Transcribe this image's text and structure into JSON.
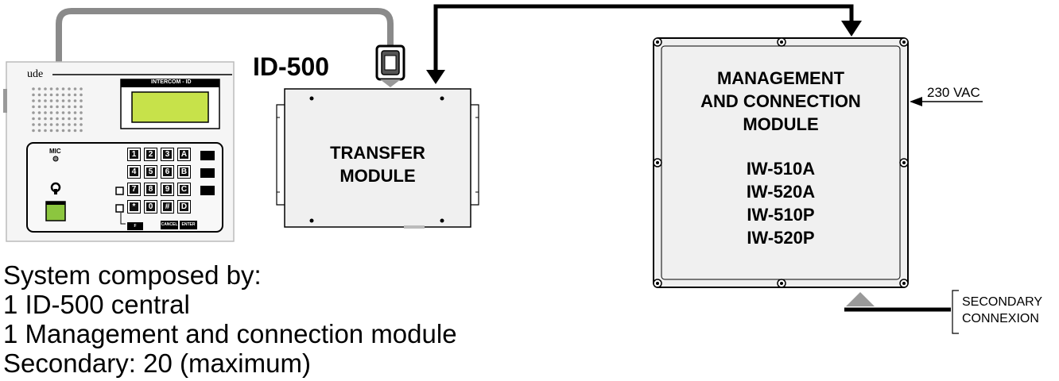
{
  "device": {
    "title": "ID-500",
    "brand": "ude",
    "screen_label": "INTERCOM - ID",
    "mic_label": "MIC",
    "keypad_rows": [
      [
        "1",
        "2",
        "3",
        "A"
      ],
      [
        "4",
        "5",
        "6",
        "B"
      ],
      [
        "7",
        "8",
        "9",
        "C"
      ],
      [
        "*",
        "0",
        "#",
        "D"
      ]
    ],
    "fn_labels": [
      "F",
      "CANCEL",
      "ENTER"
    ],
    "screen_color": "#c7e24a",
    "card_color": "#8cc63f"
  },
  "transfer_module": {
    "line1": "TRANSFER",
    "line2": "MODULE"
  },
  "management_module": {
    "title_lines": [
      "MANAGEMENT",
      "AND CONNECTION",
      "MODULE"
    ],
    "models": [
      "IW-510A",
      "IW-520A",
      "IW-510P",
      "IW-520P"
    ]
  },
  "power_label": "230 VAC",
  "secondary_label": [
    "SECONDARY",
    "CONNEXION"
  ],
  "caption": [
    "System composed by:",
    "1 ID-500 central",
    "1 Management and connection module",
    "Secondary: 20 (maximum)"
  ],
  "colors": {
    "cable_gray": "#8a8a8a",
    "panel_fill": "#f0f0f0",
    "body_fill": "#f4f4f4"
  }
}
